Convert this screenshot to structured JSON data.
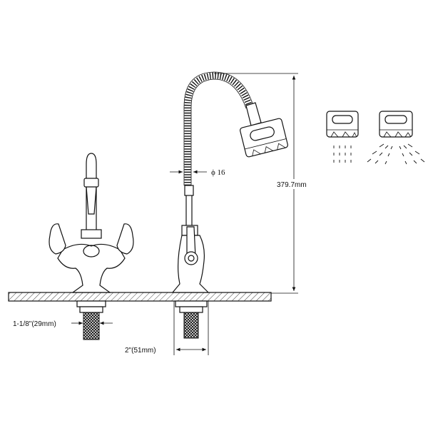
{
  "dimensions": {
    "height_label": "379.7mm",
    "hose_diameter_label": "ϕ 16",
    "shank_diameter_label": "1-1/8\"(29mm)",
    "base_width_label": "2\"(51mm)"
  },
  "colors": {
    "line": "#111111",
    "background": "#ffffff"
  }
}
